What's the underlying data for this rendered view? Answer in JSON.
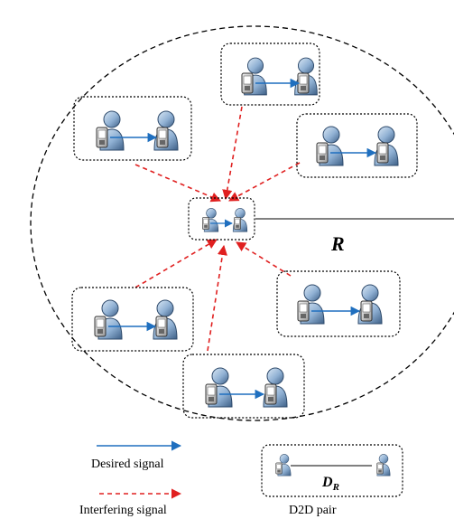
{
  "diagram": {
    "radius_label": "R",
    "legend": {
      "desired_label": "Desired signal",
      "interfering_label": "Interfering signal",
      "pair_label": "D2D pair",
      "distance_label": "D",
      "distance_subscript": "R"
    },
    "pairs": [
      {
        "id": "pair-top"
      },
      {
        "id": "pair-upper-left"
      },
      {
        "id": "pair-upper-right"
      },
      {
        "id": "pair-center"
      },
      {
        "id": "pair-lower-left"
      },
      {
        "id": "pair-lower-right"
      },
      {
        "id": "pair-bottom"
      }
    ],
    "colors": {
      "desired": "#1f6fbf",
      "interfering": "#e02020",
      "user_light": "#bcd3ea",
      "user_dark": "#3d5f86",
      "outline": "#000000"
    }
  }
}
